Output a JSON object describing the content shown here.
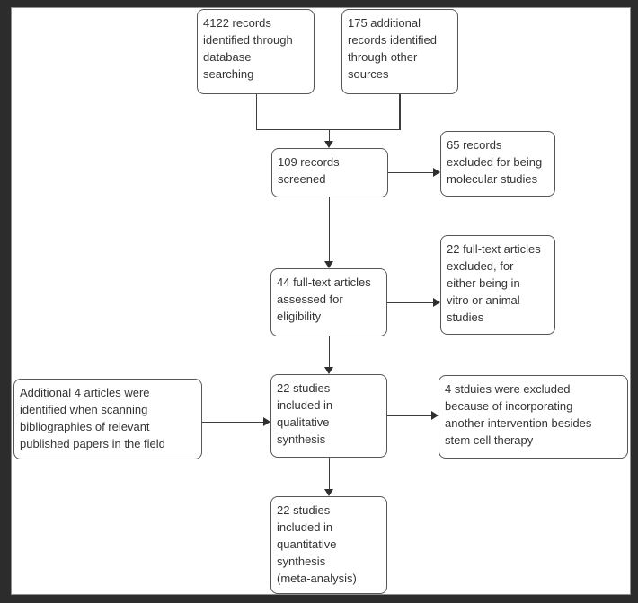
{
  "colors": {
    "frame_background": "#2c2c2c",
    "canvas": "#ffffff",
    "box_border": "#565656",
    "text": "#343434",
    "connector": "#3d3d3d"
  },
  "boxes": {
    "identified_db": {
      "text": "4122 records\nidentified through\ndatabase\nsearching"
    },
    "identified_other": {
      "text": "175 additional\nrecords identified\nthrough other\nsources"
    },
    "screened": {
      "text": "109 records\nscreened"
    },
    "excluded_molecular": {
      "text": "65 records\nexcluded for being\nmolecular studies"
    },
    "fulltext_assessed": {
      "text": "44 full-text articles\nassessed for\neligibility"
    },
    "fulltext_excluded": {
      "text": "22 full-text articles\nexcluded, for\neither being in\nvitro or animal\nstudies"
    },
    "additional_articles": {
      "text": "Additional 4 articles were\nidentified when scanning\nbibliographies of relevant\npublished papers in the field"
    },
    "qualitative": {
      "text": "22 studies\nincluded in\nqualitative\nsynthesis"
    },
    "excluded_intervention": {
      "text": "4 stduies were excluded\nbecause of incorporating\nanother intervention besides\nstem cell therapy"
    },
    "quantitative": {
      "text": "22 studies\nincluded in\nquantitative\nsynthesis\n(meta-analysis)"
    }
  }
}
